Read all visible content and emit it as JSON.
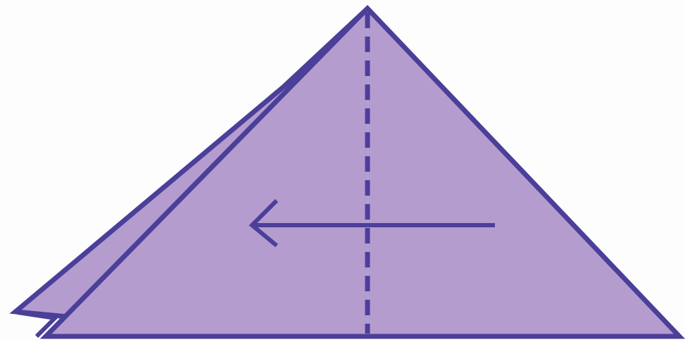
{
  "diagram": {
    "subject": "origami-fold-step",
    "colors": {
      "background": "#fdfdfd",
      "paper_fill": "#b59ccf",
      "outline": "#4a3f99"
    },
    "icons": {
      "front_layer": "triangle-layer",
      "back_layer": "triangle-layer",
      "fold_line": "dashed-valley-fold",
      "direction_arrow": "arrow-left"
    }
  }
}
